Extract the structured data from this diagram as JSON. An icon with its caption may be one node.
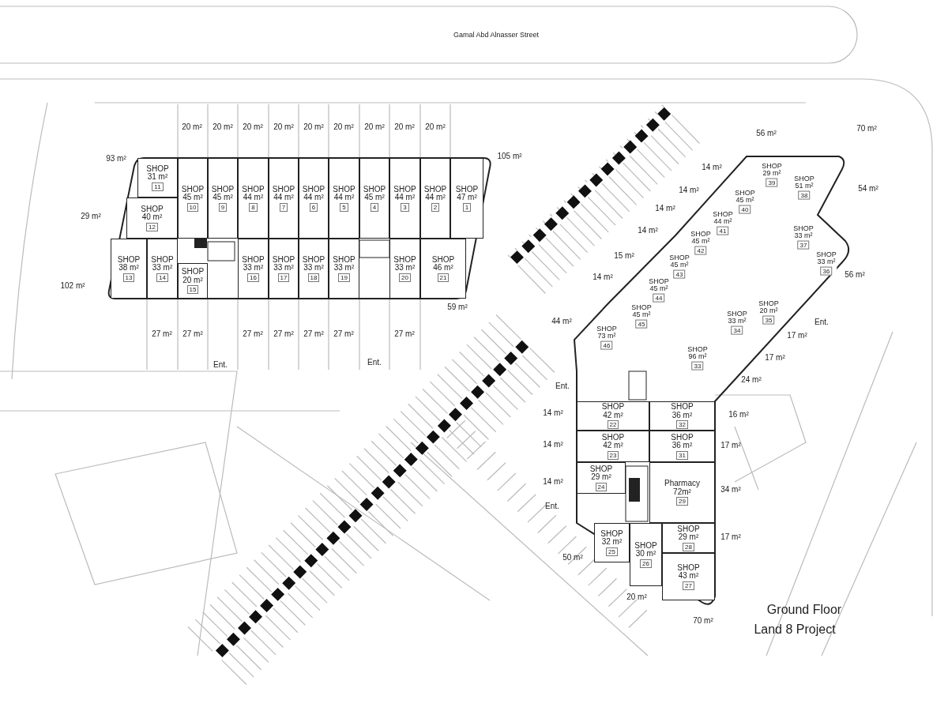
{
  "diagram": {
    "nodes": [
      {
        "text": [
          "SHOP",
          "47 m²",
          "1"
        ]
      },
      {
        "text": [
          "SHOP",
          "44 m²",
          "2"
        ]
      },
      {
        "text": [
          "SHOP",
          "44 m²",
          "3"
        ]
      },
      {
        "text": [
          "SHOP",
          "45 m²",
          "4"
        ]
      },
      {
        "text": [
          "SHOP",
          "44 m²",
          "5"
        ]
      },
      {
        "text": [
          "SHOP",
          "44 m²",
          "6"
        ]
      },
      {
        "text": [
          "SHOP",
          "44 m²",
          "7"
        ]
      },
      {
        "text": [
          "SHOP",
          "44 m²",
          "8"
        ]
      },
      {
        "text": [
          "SHOP",
          "45 m²",
          "9"
        ]
      },
      {
        "text": [
          "SHOP",
          "45 m²",
          "10"
        ]
      },
      {
        "text": [
          "SHOP",
          "31 m²",
          "11"
        ]
      },
      {
        "text": [
          "SHOP",
          "40 m²",
          "12"
        ]
      },
      {
        "text": [
          "SHOP",
          "38 m²",
          "13"
        ]
      },
      {
        "text": [
          "SHOP",
          "33 m²",
          "14"
        ]
      },
      {
        "text": [
          "SHOP",
          "20 m²",
          "15"
        ]
      },
      {
        "text": [
          "SHOP",
          "33 m²",
          "16"
        ]
      },
      {
        "text": [
          "SHOP",
          "33 m²",
          "17"
        ]
      },
      {
        "text": [
          "SHOP",
          "33 m²",
          "18"
        ]
      },
      {
        "text": [
          "SHOP",
          "33 m²",
          "19"
        ]
      },
      {
        "text": [
          "SHOP",
          "33 m²",
          "20"
        ]
      },
      {
        "text": [
          "SHOP",
          "46 m²",
          "21"
        ]
      },
      {
        "text": [
          "SHOP",
          "42 m²",
          "22"
        ]
      },
      {
        "text": [
          "SHOP",
          "42 m²",
          "23"
        ]
      },
      {
        "text": [
          "SHOP",
          "29 m²",
          "24"
        ]
      },
      {
        "text": [
          "SHOP",
          "32 m²",
          "25"
        ]
      },
      {
        "text": [
          "SHOP",
          "30 m²",
          "26"
        ]
      },
      {
        "text": [
          "SHOP",
          "43 m²",
          "27"
        ]
      },
      {
        "text": [
          "SHOP",
          "29 m²",
          "28"
        ]
      },
      {
        "text": [
          "Pharmacy",
          "72m²",
          "29"
        ]
      },
      {
        "text": [
          "SHOP",
          "36 m²",
          "31"
        ]
      },
      {
        "text": [
          "SHOP",
          "36 m²",
          "32"
        ]
      },
      {
        "text": [
          "SHOP",
          "96 m²",
          "33"
        ]
      },
      {
        "text": [
          "SHOP",
          "33 m²",
          "34"
        ]
      },
      {
        "text": [
          "SHOP",
          "20 m²",
          "35"
        ]
      },
      {
        "text": [
          "SHOP",
          "33 m²",
          "36"
        ]
      },
      {
        "text": [
          "SHOP",
          "33 m²",
          "37"
        ]
      },
      {
        "text": [
          "SHOP",
          "51 m²",
          "38"
        ]
      },
      {
        "text": [
          "SHOP",
          "29 m²",
          "39"
        ]
      },
      {
        "text": [
          "SHOP",
          "45 m²",
          "40"
        ]
      },
      {
        "text": [
          "SHOP",
          "44 m²",
          "41"
        ]
      },
      {
        "text": [
          "SHOP",
          "45 m²",
          "42"
        ]
      },
      {
        "text": [
          "SHOP",
          "45 m²",
          "43"
        ]
      },
      {
        "text": [
          "SHOP",
          "45 m²",
          "44"
        ]
      },
      {
        "text": [
          "SHOP",
          "45 m²",
          "45"
        ]
      },
      {
        "text": [
          "SHOP",
          "73 m²",
          "46"
        ]
      }
    ],
    "labels": [
      "Gamal Abd Alnasser Street",
      "20 m²",
      "20 m²",
      "20 m²",
      "20 m²",
      "20 m²",
      "20 m²",
      "20 m²",
      "20 m²",
      "20 m²",
      "56 m²",
      "70 m²",
      "93 m²",
      "105 m²",
      "14 m²",
      "14 m²",
      "54 m²",
      "29 m²",
      "14 m²",
      "14 m²",
      "15 m²",
      "102 m²",
      "14 m²",
      "56 m²",
      "59 m²",
      "44 m²",
      "Ent.",
      "27 m²",
      "27 m²",
      "27 m²",
      "27 m²",
      "27 m²",
      "27 m²",
      "27 m²",
      "17 m²",
      "Ent.",
      "Ent.",
      "17 m²",
      "Ent.",
      "24 m²",
      "14 m²",
      "16 m²",
      "14 m²",
      "17 m²",
      "14 m²",
      "34 m²",
      "Ent.",
      "17 m²",
      "50 m²",
      "20 m²",
      "70 m²",
      "Ground Floor",
      "Land 8 Project"
    ]
  }
}
